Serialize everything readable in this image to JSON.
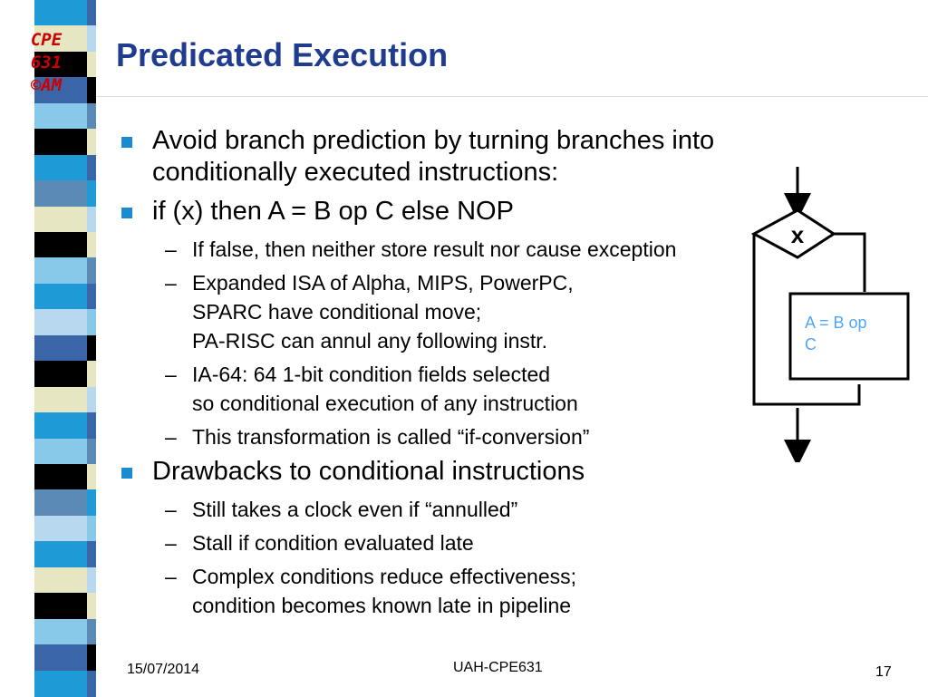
{
  "sidebar": {
    "course_mark": [
      "CPE",
      "631",
      "©AM"
    ],
    "stripe_colors": [
      "#000000",
      "#1e9ad6",
      "#88c8e8",
      "#e6e6c2",
      "#3a66a8",
      "#5a8ab5",
      "#b8d8f0"
    ]
  },
  "title": "Predicated Execution",
  "bullets": [
    {
      "level": 1,
      "lines": [
        "Avoid branch prediction by turning branches into",
        "conditionally executed instructions:"
      ]
    },
    {
      "level": 1,
      "lines": [
        "if (x) then A = B op C else NOP"
      ]
    },
    {
      "level": 2,
      "lines": [
        "If false, then neither store result nor cause exception"
      ]
    },
    {
      "level": 2,
      "lines": [
        "Expanded ISA of Alpha, MIPS, PowerPC,",
        "SPARC have conditional move;",
        "PA-RISC can annul any following instr."
      ]
    },
    {
      "level": 2,
      "lines": [
        "IA-64: 64 1-bit condition fields selected",
        "so conditional execution of any instruction"
      ]
    },
    {
      "level": 2,
      "lines": [
        "This transformation is called “if-conversion”"
      ]
    },
    {
      "level": 1,
      "lines": [
        "Drawbacks to conditional instructions"
      ]
    },
    {
      "level": 2,
      "lines": [
        "Still takes a clock even if “annulled”"
      ]
    },
    {
      "level": 2,
      "lines": [
        "Stall if condition evaluated late"
      ]
    },
    {
      "level": 2,
      "lines": [
        "Complex conditions reduce effectiveness;",
        "condition becomes known late in pipeline"
      ]
    }
  ],
  "diagram": {
    "condition": "x",
    "box_lines": [
      "A = B op",
      "C"
    ],
    "box_text_color": "#4da6ff"
  },
  "footer": {
    "date": "15/07/2014",
    "center": "UAH-CPE631",
    "page": "17"
  },
  "markers": {
    "level1": "■",
    "level2": "–"
  }
}
